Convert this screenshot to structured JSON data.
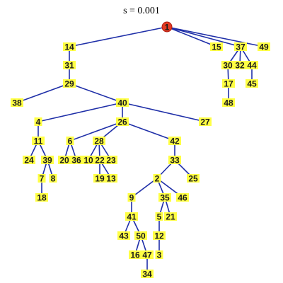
{
  "title": "s = 0.001",
  "colors": {
    "edge": "#1f2fa8",
    "label_background": "#ffff44",
    "root_marker": "#e23a22"
  },
  "tree": {
    "root": "1",
    "nodes": [
      "1",
      "14",
      "15",
      "37",
      "49",
      "31",
      "30",
      "32",
      "44",
      "17",
      "45",
      "48",
      "29",
      "38",
      "40",
      "4",
      "26",
      "27",
      "11",
      "6",
      "28",
      "42",
      "24",
      "39",
      "20",
      "36",
      "10",
      "22",
      "23",
      "33",
      "7",
      "8",
      "19",
      "13",
      "2",
      "25",
      "18",
      "9",
      "35",
      "46",
      "41",
      "5",
      "21",
      "43",
      "50",
      "12",
      "16",
      "47",
      "3",
      "34"
    ],
    "edges": [
      [
        "1",
        "14"
      ],
      [
        "1",
        "15"
      ],
      [
        "1",
        "37"
      ],
      [
        "1",
        "49"
      ],
      [
        "14",
        "31"
      ],
      [
        "31",
        "29"
      ],
      [
        "29",
        "38"
      ],
      [
        "29",
        "40"
      ],
      [
        "37",
        "30"
      ],
      [
        "37",
        "32"
      ],
      [
        "37",
        "44"
      ],
      [
        "30",
        "17"
      ],
      [
        "44",
        "45"
      ],
      [
        "17",
        "48"
      ],
      [
        "40",
        "4"
      ],
      [
        "40",
        "26"
      ],
      [
        "40",
        "27"
      ],
      [
        "4",
        "11"
      ],
      [
        "11",
        "24"
      ],
      [
        "11",
        "39"
      ],
      [
        "39",
        "7"
      ],
      [
        "39",
        "8"
      ],
      [
        "7",
        "18"
      ],
      [
        "26",
        "6"
      ],
      [
        "26",
        "28"
      ],
      [
        "26",
        "42"
      ],
      [
        "6",
        "20"
      ],
      [
        "6",
        "36"
      ],
      [
        "28",
        "10"
      ],
      [
        "28",
        "22"
      ],
      [
        "28",
        "23"
      ],
      [
        "22",
        "19"
      ],
      [
        "22",
        "13"
      ],
      [
        "42",
        "33"
      ],
      [
        "33",
        "2"
      ],
      [
        "33",
        "25"
      ],
      [
        "2",
        "9"
      ],
      [
        "2",
        "35"
      ],
      [
        "2",
        "46"
      ],
      [
        "9",
        "41"
      ],
      [
        "35",
        "5"
      ],
      [
        "35",
        "21"
      ],
      [
        "5",
        "12"
      ],
      [
        "12",
        "3"
      ],
      [
        "41",
        "43"
      ],
      [
        "41",
        "50"
      ],
      [
        "50",
        "16"
      ],
      [
        "50",
        "47"
      ],
      [
        "47",
        "34"
      ]
    ]
  }
}
